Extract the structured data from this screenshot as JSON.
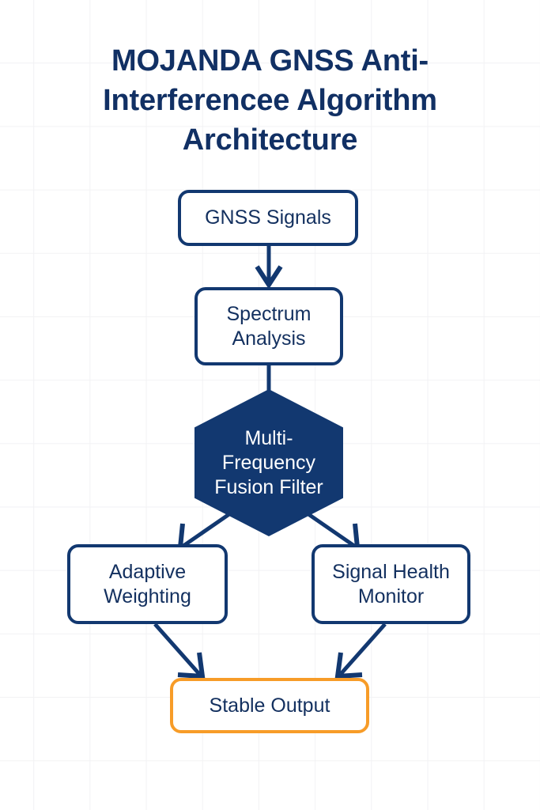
{
  "page": {
    "title": "MOJANDA GNSS Anti-Interferencee Algorithm Architecture",
    "title_lines": [
      "MOJANDA GNSS Anti-",
      "Interferencee Algorithm",
      "Architecture"
    ],
    "background": "#ffffff",
    "grid_color": "#f2f2f4"
  },
  "colors": {
    "navy": "#123870",
    "navy_text": "#13305f",
    "accent_orange": "#f79c28",
    "node_fill": "#ffffff",
    "hex_text": "#ffffff"
  },
  "diagram": {
    "type": "flowchart",
    "direction": "top-to-bottom",
    "nodes": [
      {
        "id": "gnss",
        "label": "GNSS Signals",
        "shape": "rounded-rect",
        "style": "outline-navy"
      },
      {
        "id": "spectrum",
        "label": "Spectrum Analysis",
        "shape": "rounded-rect",
        "style": "outline-navy"
      },
      {
        "id": "fusion",
        "label": "Multi-Frequency Fusion Filter",
        "shape": "hexagon",
        "style": "filled-navy"
      },
      {
        "id": "adaptive",
        "label": "Adaptive Weighting",
        "shape": "rounded-rect",
        "style": "outline-navy"
      },
      {
        "id": "monitor",
        "label": "Signal Health Monitor",
        "shape": "rounded-rect",
        "style": "outline-navy"
      },
      {
        "id": "output",
        "label": "Stable Output",
        "shape": "rounded-rect",
        "style": "outline-orange"
      }
    ],
    "node_labels": {
      "gnss": "GNSS Signals",
      "spectrum_line1": "Spectrum",
      "spectrum_line2": "Analysis",
      "fusion_line1": "Multi-",
      "fusion_line2": "Frequency",
      "fusion_line3": "Fusion Filter",
      "adaptive_line1": "Adaptive",
      "adaptive_line2": "Weighting",
      "monitor_line1": "Signal Health",
      "monitor_line2": "Monitor",
      "output": "Stable Output"
    },
    "edges": [
      {
        "from": "gnss",
        "to": "spectrum",
        "arrow": "down"
      },
      {
        "from": "spectrum",
        "to": "fusion",
        "arrow": "none"
      },
      {
        "from": "fusion",
        "to": "adaptive",
        "arrow": "down-left"
      },
      {
        "from": "fusion",
        "to": "monitor",
        "arrow": "down-right"
      },
      {
        "from": "adaptive",
        "to": "output",
        "arrow": "down-right"
      },
      {
        "from": "monitor",
        "to": "output",
        "arrow": "down-left"
      }
    ]
  }
}
